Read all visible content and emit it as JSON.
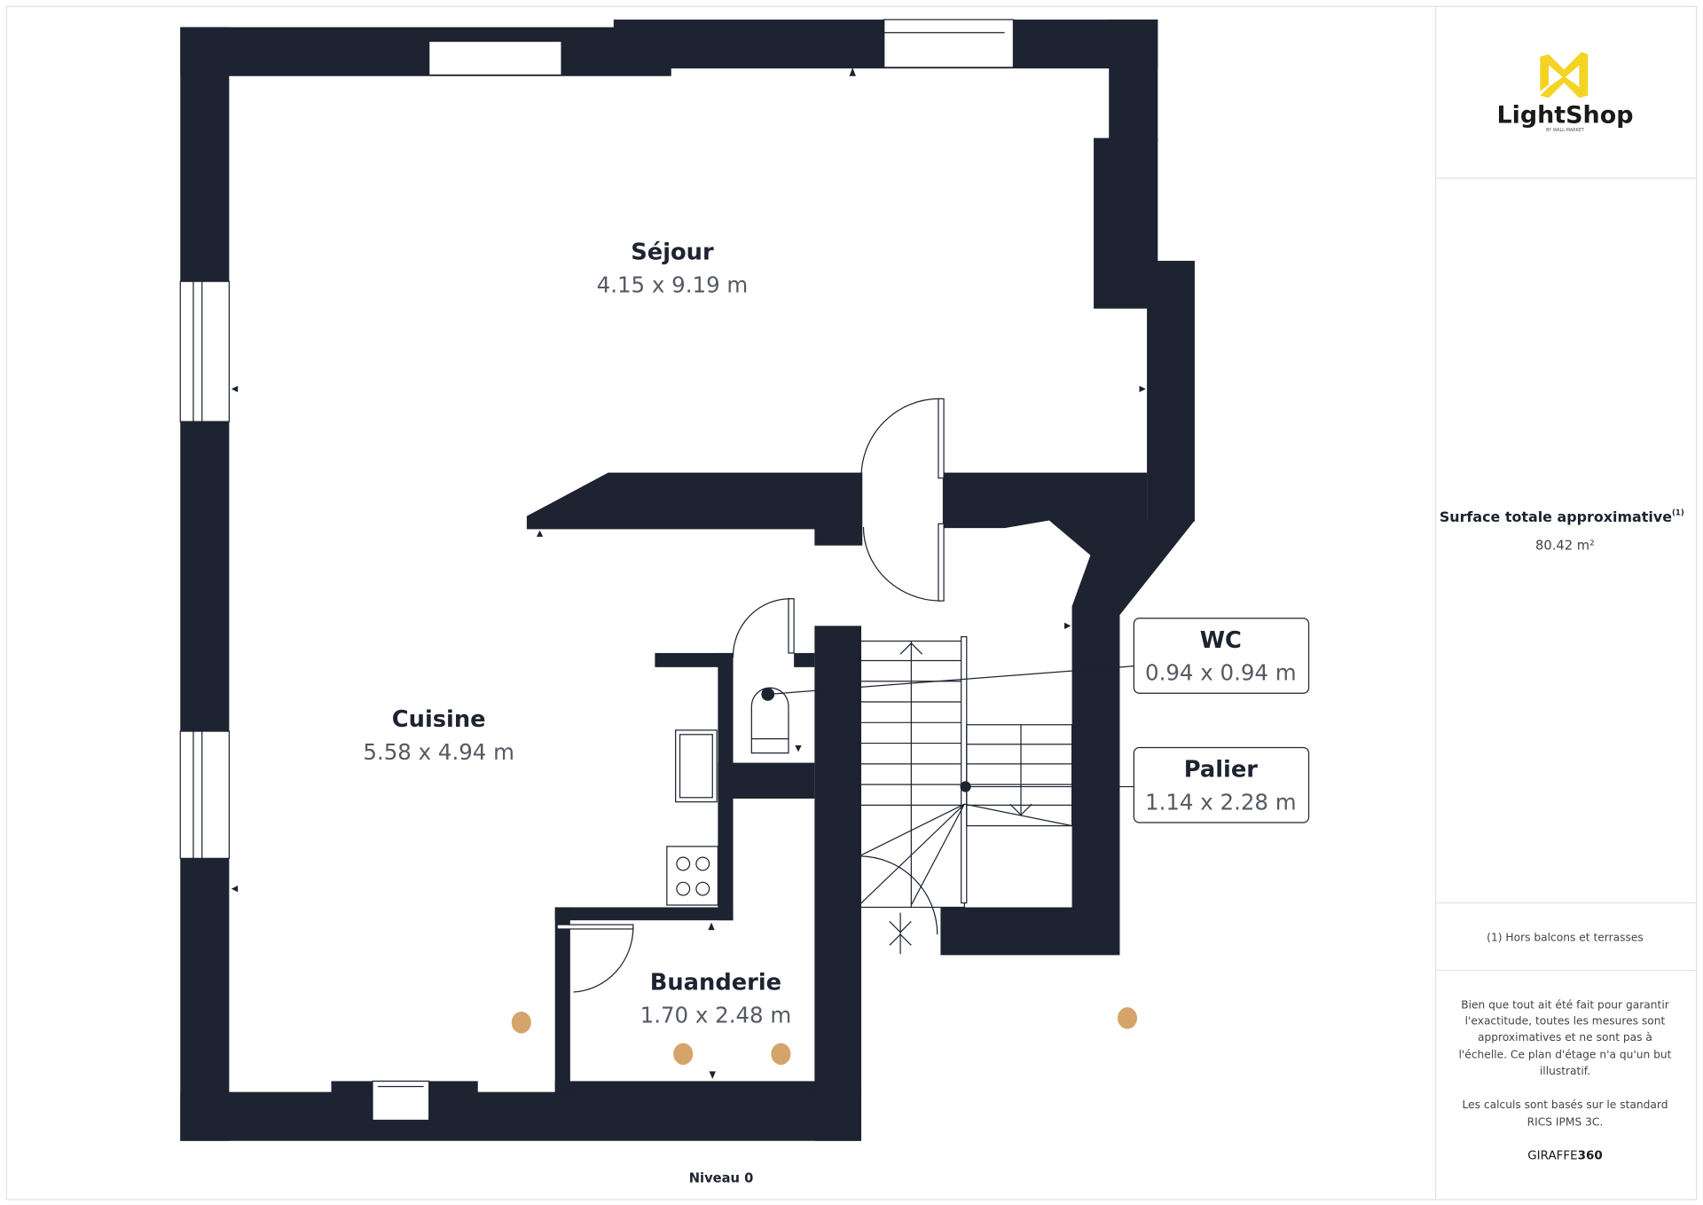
{
  "brand": {
    "name": "LightShop",
    "tagline": "BY WALL-MARKET",
    "logo_color": "#f5d323"
  },
  "floor_plan": {
    "level_label": "Niveau 0",
    "rooms": [
      {
        "name": "Séjour",
        "dimensions": "4.15 x 9.19 m"
      },
      {
        "name": "Cuisine",
        "dimensions": "5.58 x 4.94 m"
      },
      {
        "name": "Buanderie",
        "dimensions": "1.70 x 2.48 m"
      },
      {
        "name": "WC",
        "dimensions": "0.94 x 0.94 m"
      },
      {
        "name": "Palier",
        "dimensions": "1.14 x 2.28 m"
      }
    ],
    "wall_color": "#1d2330",
    "marker_color": "#d4a46a"
  },
  "summary": {
    "surface_label": "Surface totale approximative",
    "surface_footnote_mark": "(1)",
    "surface_value": "80.42 m²",
    "footnote": "(1) Hors balcons et terrasses",
    "disclaimer_lines": [
      "Bien que tout ait été fait pour garantir",
      "l'exactitude, toutes les mesures sont",
      "approximatives et ne sont pas à",
      "l'échelle. Ce plan d'étage n'a qu'un but",
      "illustratif."
    ],
    "standard_lines": [
      "Les calculs sont basés sur le standard",
      "RICS IPMS 3C."
    ],
    "credit_prefix": "GIRAFFE",
    "credit_suffix": "360"
  }
}
